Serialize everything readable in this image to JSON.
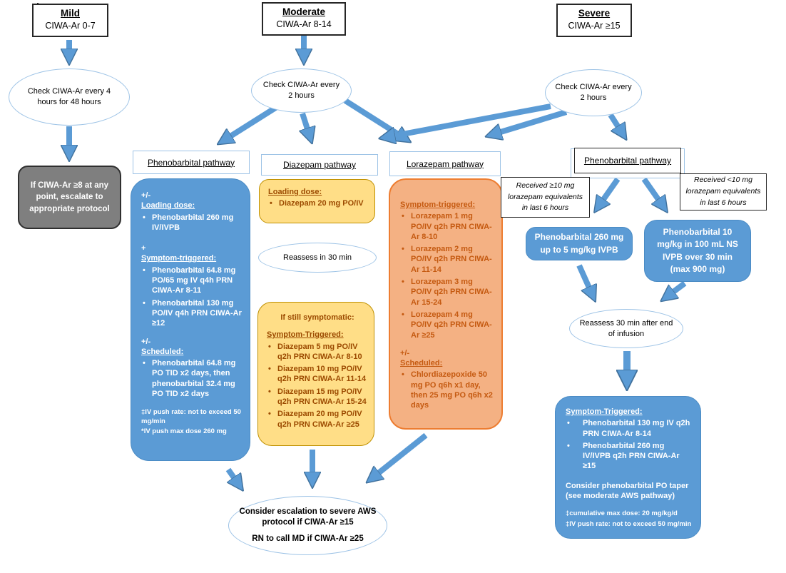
{
  "palette": {
    "blue_fill": "#5B9BD5",
    "yellow_fill": "#FFDE87",
    "yellow_border": "#BF9000",
    "yellow_text": "#9C4A00",
    "salmon_fill": "#F4B183",
    "salmon_border": "#ED7D31",
    "salmon_text": "#C55A11",
    "gray_fill": "#7F7F7F",
    "ellipse_border": "#9DC3E6",
    "arrow_color": "#5B9BD5"
  },
  "mild": {
    "title": "Mild",
    "subtitle": "CIWA-Ar 0-7",
    "check": "Check CIWA-Ar every 4 hours for 48 hours",
    "escalate": "If CIWA-Ar ≥8 at any point, escalate to appropriate protocol"
  },
  "moderate": {
    "title": "Moderate",
    "subtitle": "CIWA-Ar 8-14",
    "check": "Check CIWA-Ar every 2 hours",
    "pheno": {
      "label": "Phenobarbital pathway",
      "pm1": "+/-",
      "loading_header": "Loading dose:",
      "loading_bullets": [
        "Phenobarbital 260 mg IV/IVPB"
      ],
      "plus": "+",
      "st_header": "Symptom-triggered:",
      "st_bullets": [
        "Phenobarbital 64.8 mg PO/65 mg IV q4h PRN CIWA-Ar 8-11",
        "Phenobarbital 130 mg PO/IV q4h PRN CIWA-Ar ≥12"
      ],
      "pm2": "+/-",
      "sched_header": "Scheduled:",
      "sched_bullets": [
        "Phenobarbital 64.8 mg PO TID x2 days, then phenobarbital 32.4 mg PO TID x2 days"
      ],
      "footnotes": [
        "‡IV push rate:  not to exceed 50 mg/min",
        "*IV push max dose 260 mg"
      ]
    },
    "diazepam": {
      "label": "Diazepam pathway",
      "loading_header": "Loading dose:",
      "loading_bullets": [
        "Diazepam 20 mg PO/IV"
      ],
      "reassess": "Reassess in 30 min",
      "symptomatic_title": "If still symptomatic:",
      "st_header": "Symptom-Triggered:",
      "st_bullets": [
        "Diazepam 5 mg PO/IV q2h PRN CIWA-Ar 8-10",
        "Diazepam 10 mg PO/IV q2h PRN CIWA-Ar 11-14",
        "Diazepam 15 mg PO/IV q2h PRN CIWA-Ar 15-24",
        "Diazepam 20 mg PO/IV q2h PRN CIWA-Ar ≥25"
      ]
    },
    "lorazepam": {
      "label": "Lorazepam pathway",
      "st_header": "Symptom-triggered:",
      "st_bullets": [
        "Lorazepam 1 mg PO/IV q2h PRN CIWA-Ar 8-10",
        "Lorazepam 2 mg PO/IV q2h PRN CIWA-Ar 11-14",
        "Lorazepam 3 mg PO/IV q2h PRN CIWA-Ar 15-24",
        "Lorazepam 4 mg PO/IV q2h PRN CIWA-Ar ≥25"
      ],
      "pm": "+/-",
      "sched_header": "Scheduled:",
      "sched_bullets": [
        "Chlordiazepoxide 50 mg PO q6h x1 day, then 25 mg PO q6h x2 days"
      ]
    }
  },
  "severe": {
    "title": "Severe",
    "subtitle": "CIWA-Ar ≥15",
    "check": "Check CIWA-Ar every 2 hours",
    "pheno_label": "Phenobarbital pathway",
    "received_high": "Received  ≥10 mg lorazepam equivalents in last 6 hours",
    "received_low": "Received  <10 mg lorazepam equivalents in last 6 hours",
    "dose_high": "Phenobarbital 260 mg up to 5 mg/kg IVPB",
    "dose_low": "Phenobarbital 10 mg/kg in 100 mL NS IVPB over 30 min (max 900 mg)",
    "reassess": "Reassess 30 min after end of infusion",
    "st_header": "Symptom-Triggered:",
    "st_bullets": [
      "Phenobarbital 130 mg IV q2h PRN CIWA-Ar 8-14",
      "Phenobarbital 260 mg IV/IVPB q2h PRN CIWA-Ar ≥15"
    ],
    "taper_note": "Consider phenobarbital PO taper (see moderate AWS pathway)",
    "footnotes": [
      "‡cumulative  max  dose: 20 mg/kg/d",
      "‡IV push rate:  not to exceed 50 mg/min"
    ]
  },
  "footer_ellipse": {
    "line1": "Consider escalation to severe AWS protocol if CIWA-Ar ≥15",
    "line2": "RN to call MD if CIWA-Ar ≥25"
  }
}
